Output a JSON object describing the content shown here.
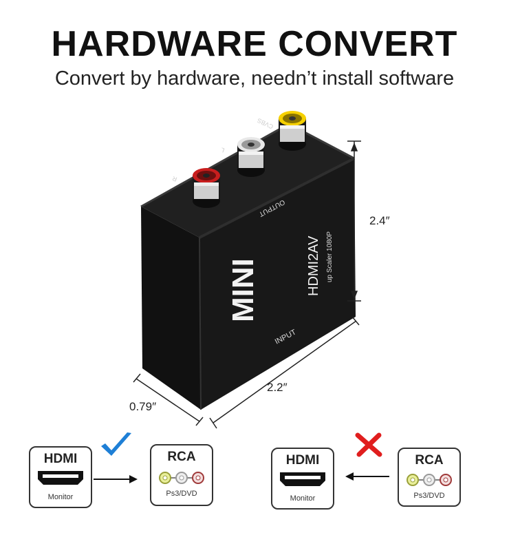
{
  "header": {
    "title": "HARDWARE CONVERT",
    "subtitle": "Convert by hardware, needn’t  install  software"
  },
  "device": {
    "brand_text": "MINI",
    "model_text": "HDMI2AV",
    "spec_text": "up Scaler 1080P",
    "output_text": "OUTPUT",
    "input_text": "INPUT",
    "port_labels": [
      "R",
      "L",
      "CVBS"
    ],
    "port_colors": {
      "red": "#c81e1e",
      "white": "#e8e8e8",
      "yellow": "#f5d000"
    }
  },
  "dimensions": {
    "height": "2.4″",
    "width": "2.2″",
    "depth": "0.79″"
  },
  "diagram": {
    "supported": {
      "from_title": "HDMI",
      "from_sub": "Monitor",
      "to_title": "RCA",
      "to_sub": "Ps3/DVD",
      "mark_color": "#1e7fd6"
    },
    "unsupported": {
      "from_title": "HDMI",
      "from_sub": "Monitor",
      "to_title": "RCA",
      "to_sub": "Ps3/DVD",
      "mark_color": "#e01e1e"
    }
  }
}
